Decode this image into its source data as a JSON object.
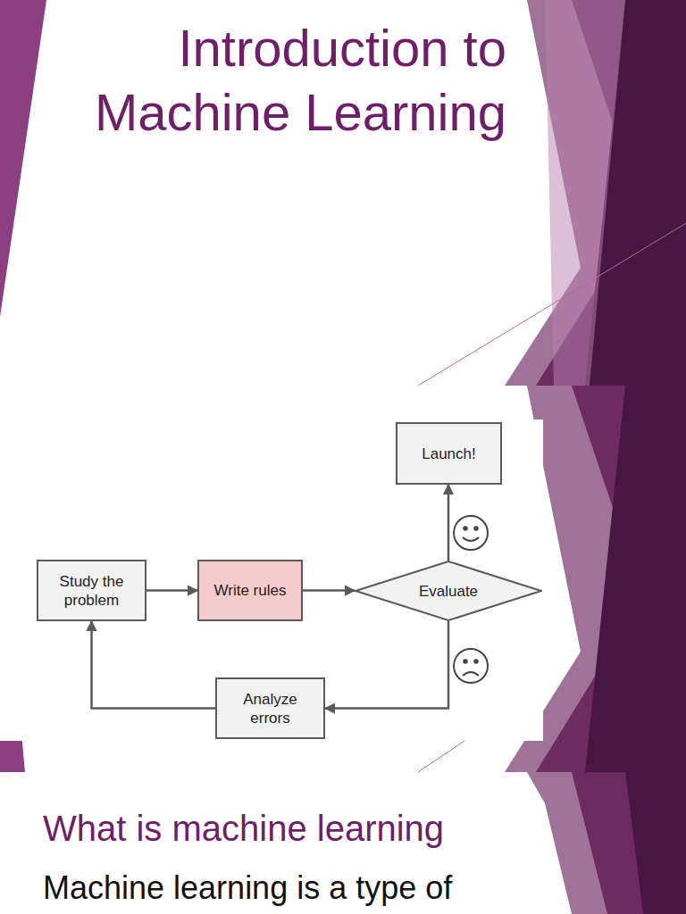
{
  "diagram": {
    "title": "Introduction to Machine Learning",
    "nodes": [
      {
        "text": [
          "Study the problem"
        ]
      },
      {
        "text": [
          "Write rules"
        ]
      },
      {
        "text": [
          "Evaluate"
        ]
      },
      {
        "text": [
          "Launch!"
        ]
      },
      {
        "text": [
          "Analyze errors"
        ]
      }
    ],
    "edges": [
      {
        "from": 0,
        "to": 1,
        "arrow": "to"
      },
      {
        "from": 1,
        "to": 2,
        "arrow": "to"
      },
      {
        "from": 2,
        "to": 3,
        "arrow": "to"
      },
      {
        "from": 2,
        "to": 4,
        "arrow": "to"
      },
      {
        "from": 4,
        "to": 0,
        "arrow": "to"
      }
    ],
    "labels": [
      "What is machine learning",
      "Machine learning is a type of"
    ]
  }
}
